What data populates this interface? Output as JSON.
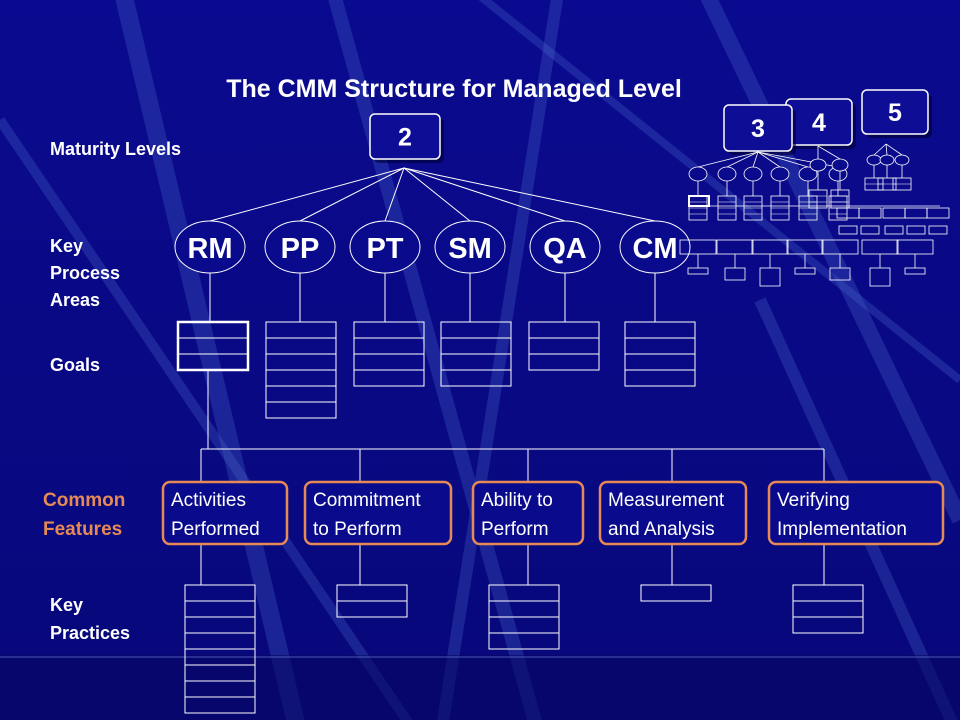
{
  "title": "The CMM Structure for Managed Level",
  "row_labels": {
    "maturity_levels": "Maturity Levels",
    "kpa_line1": "Key",
    "kpa_line2": "Process",
    "kpa_line3": "Areas",
    "goals": "Goals",
    "common_line1": "Common",
    "common_line2": "Features",
    "practices_line1": "Key",
    "practices_line2": "Practices"
  },
  "levels": {
    "current": "2",
    "higher": [
      "3",
      "4",
      "5"
    ]
  },
  "key_process_areas": [
    {
      "label": "RM",
      "goal_rows": 3
    },
    {
      "label": "PP",
      "goal_rows": 6
    },
    {
      "label": "PT",
      "goal_rows": 4
    },
    {
      "label": "SM",
      "goal_rows": 4
    },
    {
      "label": "QA",
      "goal_rows": 3
    },
    {
      "label": "CM",
      "goal_rows": 4
    }
  ],
  "common_features": [
    {
      "line1": "Activities",
      "line2": "Performed",
      "practice_rows": 8
    },
    {
      "line1": "Commitment",
      "line2": "to Perform",
      "practice_rows": 2
    },
    {
      "line1": "Ability to",
      "line2": "Perform",
      "practice_rows": 4
    },
    {
      "line1": "Measurement",
      "line2": "and Analysis",
      "practice_rows": 1
    },
    {
      "line1": "Verifying",
      "line2": "Implementation",
      "practice_rows": 3
    }
  ],
  "colors": {
    "background": "#0a0a8a",
    "accent_orange": "#e58a55",
    "line": "#ffffff",
    "streak": "#4f6fcf"
  }
}
